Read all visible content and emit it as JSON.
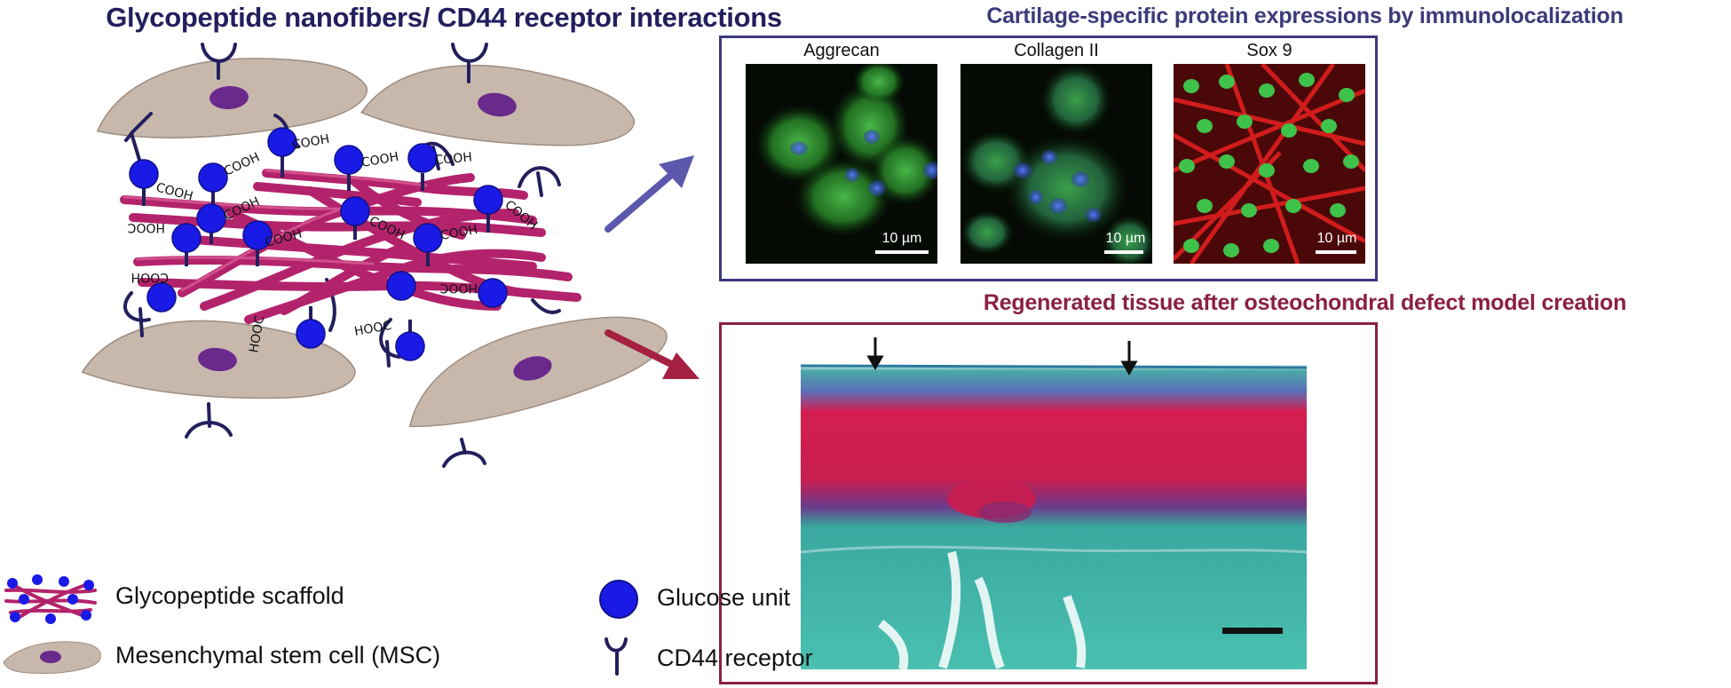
{
  "titles": {
    "left": "Glycopeptide nanofibers/ CD44 receptor interactions",
    "immuno": "Cartilage-specific protein expressions by immunolocalization",
    "regen": "Regenerated tissue after osteochondral defect model creation"
  },
  "diagram": {
    "cooh_label": "COOH",
    "hooc_label": "HOOC"
  },
  "panels": [
    {
      "label": "Aggrecan",
      "scale": "10 µm"
    },
    {
      "label": "Collagen II",
      "scale": "10 µm"
    },
    {
      "label": "Sox 9",
      "scale": "10 µm"
    }
  ],
  "legend": {
    "scaffold": "Glycopeptide scaffold",
    "glucose": "Glucose unit",
    "msc": "Mesenchymal stem cell (MSC)",
    "cd44": "CD44 receptor"
  },
  "colors": {
    "navy": "#231f5e",
    "fiber": "#b3236b",
    "glucose": "#1a1ae6",
    "cell": "#c8b8ac",
    "nucleus": "#6a2a8c",
    "immuno_border": "#3c3a7a",
    "regen_border": "#8a1f44",
    "arrow_blue": "#5b58ae",
    "arrow_red": "#a52041"
  }
}
